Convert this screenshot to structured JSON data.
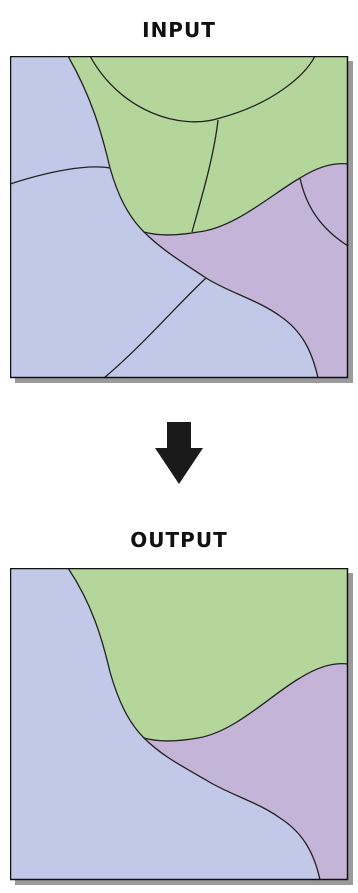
{
  "input": {
    "title": "INPUT",
    "polygons": [
      {
        "name": "blue-region",
        "color": "#c2c8e8"
      },
      {
        "name": "green-region",
        "color": "#b4d69a"
      },
      {
        "name": "purple-region",
        "color": "#c4b4d8"
      }
    ]
  },
  "output": {
    "title": "OUTPUT",
    "polygons": [
      {
        "name": "blue-region",
        "color": "#c2c8e8"
      },
      {
        "name": "green-region",
        "color": "#b4d69a"
      },
      {
        "name": "purple-region",
        "color": "#c4b4d8"
      }
    ]
  },
  "arrow": {
    "icon": "arrow-down-icon",
    "color": "#1a1a1a"
  },
  "colors": {
    "border": "#111111",
    "shadow": "#9a9a9a",
    "line": "#222222"
  }
}
